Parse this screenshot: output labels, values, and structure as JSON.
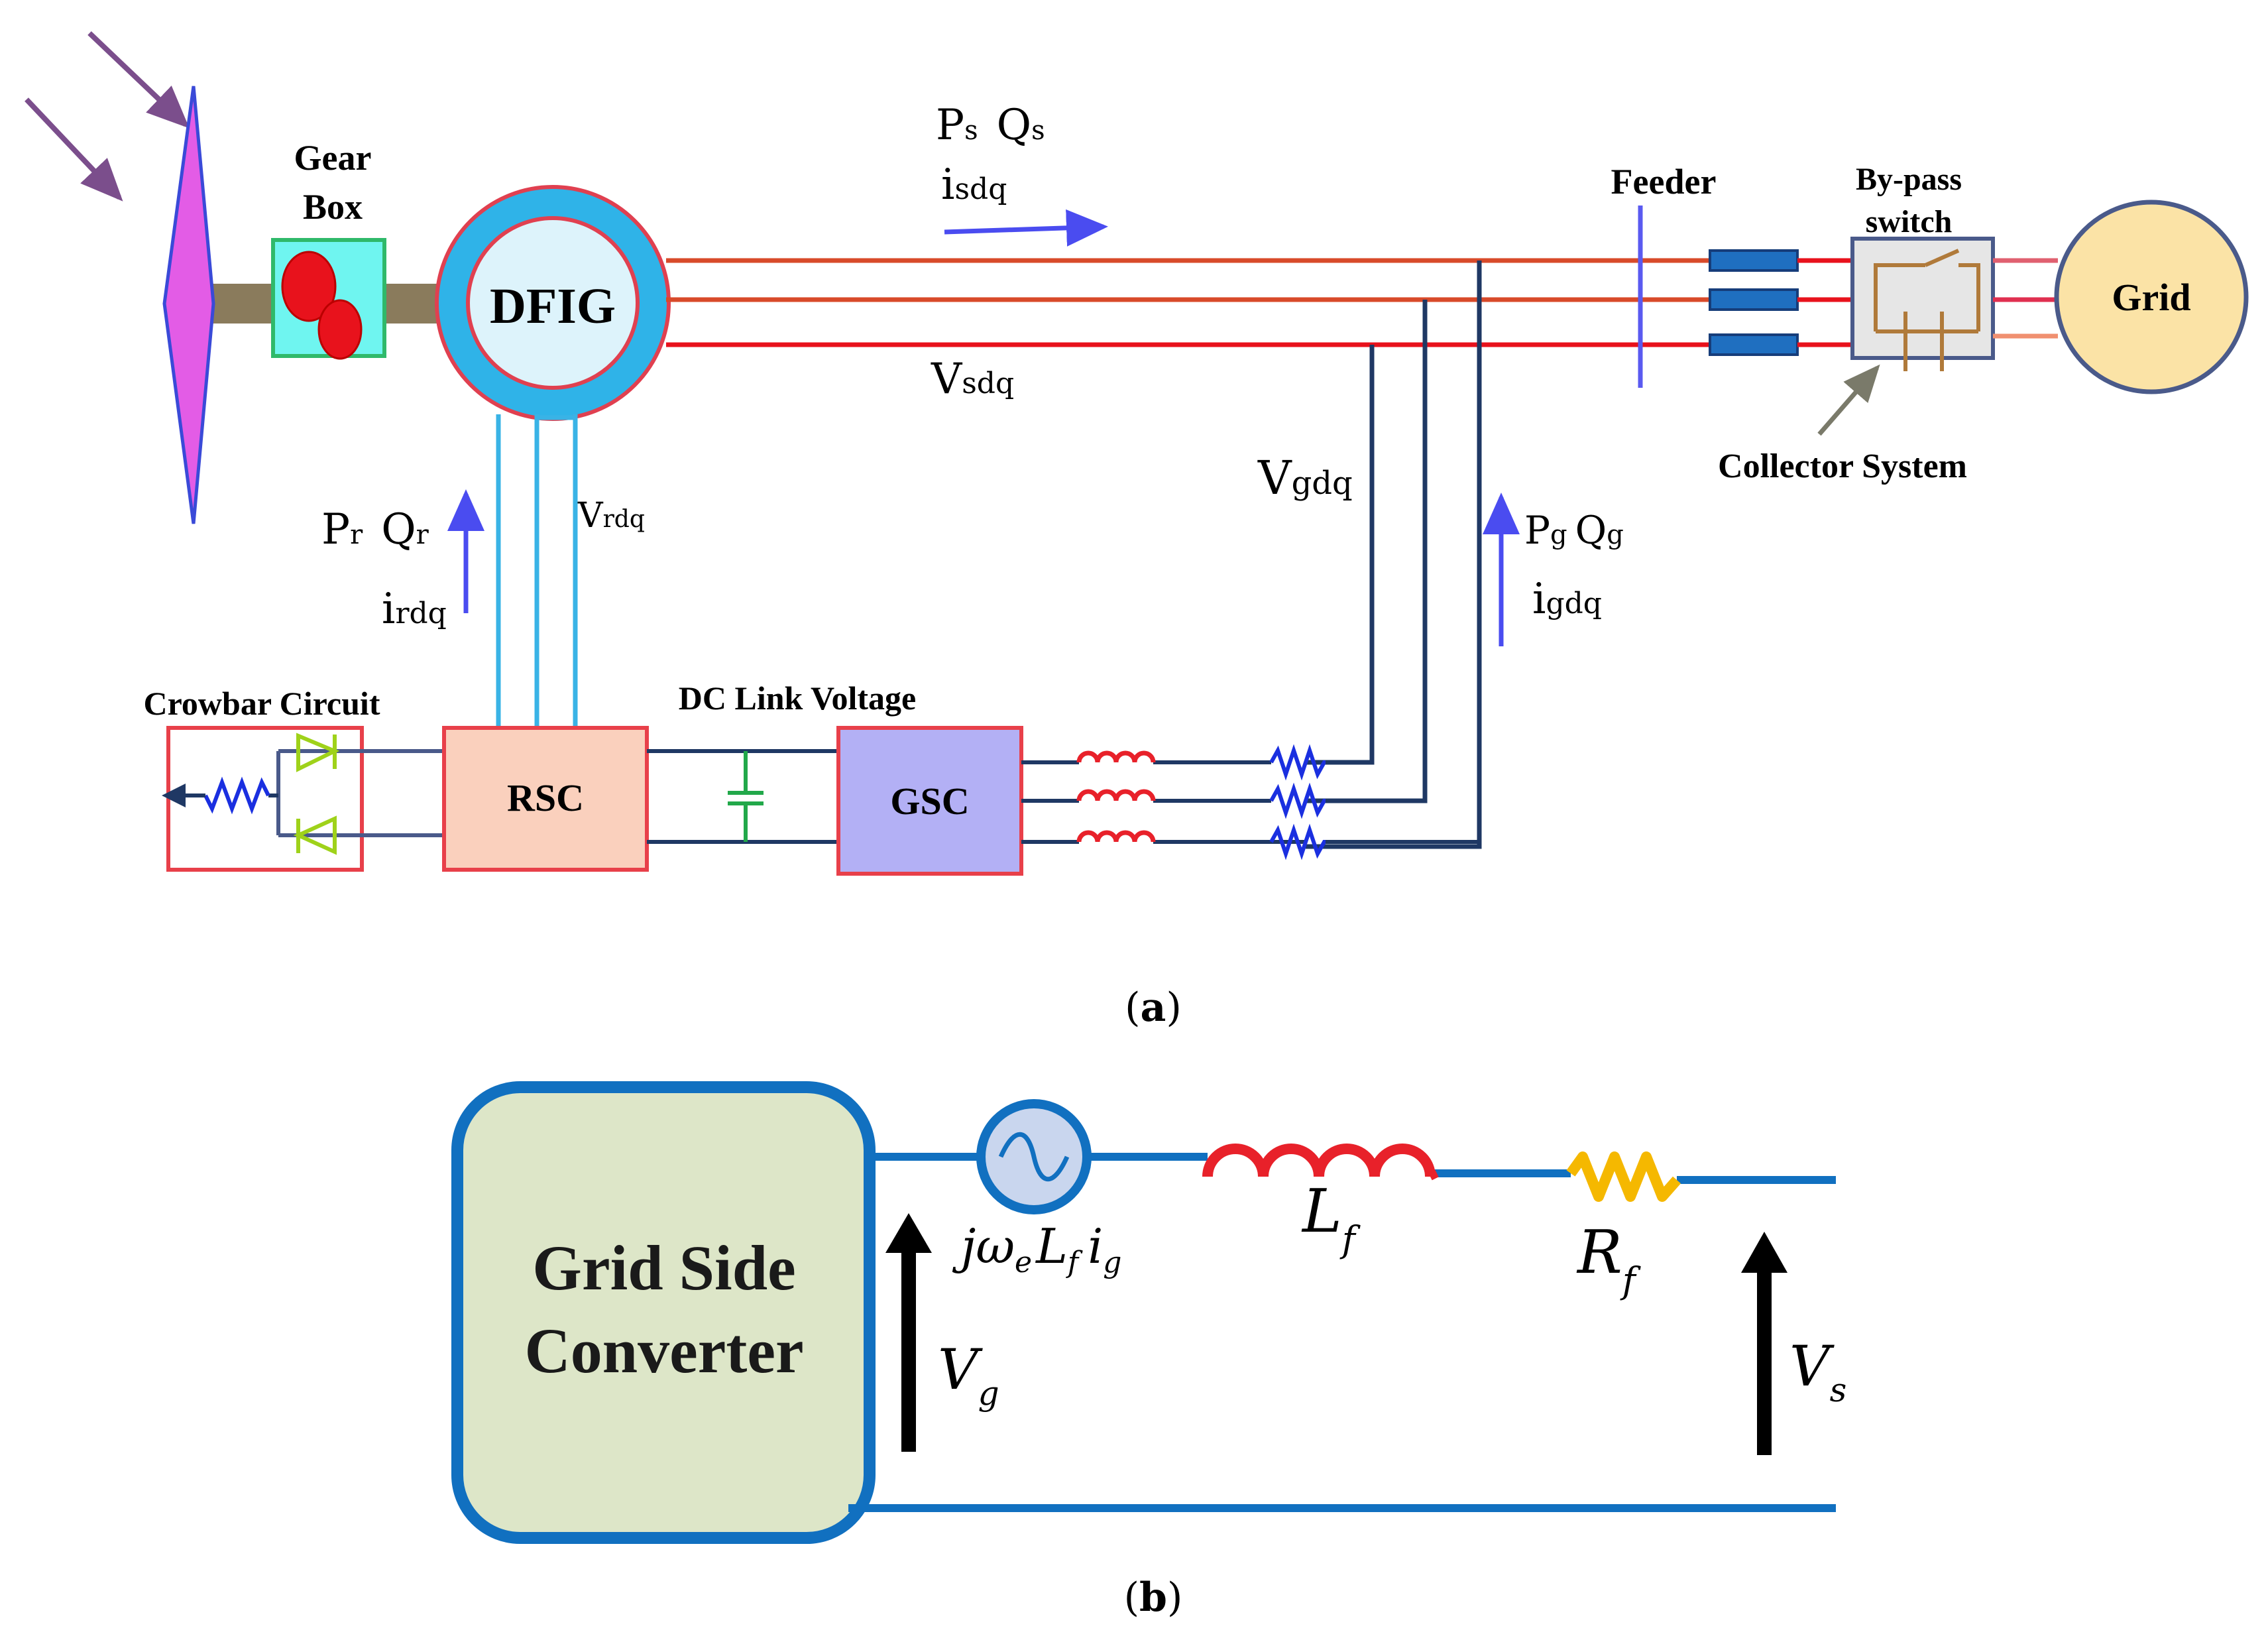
{
  "panel_a": {
    "caption_open": "(",
    "caption_letter": "a",
    "caption_close": ")",
    "gear_box_line1": "Gear",
    "gear_box_line2": "Box",
    "dfig": "DFIG",
    "ps_p": "P",
    "ps_p_sub": "s",
    "ps_q": "Q",
    "ps_q_sub": "s",
    "isdq_i": "i",
    "isdq_sub": "sdq",
    "vsdq_v": "V",
    "vsdq_sub": "sdq",
    "feeder": "Feeder",
    "bypass_line1": "By-pass",
    "bypass_line2": "switch",
    "grid": "Grid",
    "collector_system": "Collector System",
    "vgdq_v": "V",
    "vgdq_sub": "gdq",
    "pg_p": "P",
    "pg_p_sub": "g",
    "pg_q": "Q",
    "pg_q_sub": "g",
    "igdq_i": "i",
    "igdq_sub": "gdq",
    "pr_p": "P",
    "pr_p_sub": "r",
    "pr_q": "Q",
    "pr_q_sub": "r",
    "irdq_i": "i",
    "irdq_sub": "rdq",
    "vrdq_v": "V",
    "vrdq_sub": "rdq",
    "crowbar_circuit": "Crowbar Circuit",
    "dc_link_voltage": "DC Link Voltage",
    "rsc": "RSC",
    "gsc": "GSC"
  },
  "panel_b": {
    "caption_open": "(",
    "caption_letter": "b",
    "caption_close": ")",
    "converter_line1": "Grid Side",
    "converter_line2": "Converter",
    "src_j": "jω",
    "src_e": "e",
    "src_L": "L",
    "src_f": "f",
    "src_i": "i",
    "src_g": "g",
    "lf_L": "L",
    "lf_f": "f",
    "rf_R": "R",
    "rf_f": "f",
    "vg_V": "V",
    "vg_g": "g",
    "vs_V": "V",
    "vs_s": "s"
  },
  "colors": {
    "line_red": "#e8212a",
    "line_blue_dark": "#1f3864",
    "line_cyan": "#39b3e6",
    "dfig_ring": "#2fb3e8",
    "blade": "#e35ce6",
    "wind_arrow": "#7b4e8c",
    "gear_box": "#6ff5f0",
    "rsc_fill": "#fad0bd",
    "gsc_fill": "#b3b0f5",
    "grid_fill": "#fbe3a6",
    "converter_fill": "#dde6c8",
    "circuit_blue": "#1170c0",
    "resistor_yellow": "#f5b800",
    "inductor_red": "#e8212a"
  }
}
